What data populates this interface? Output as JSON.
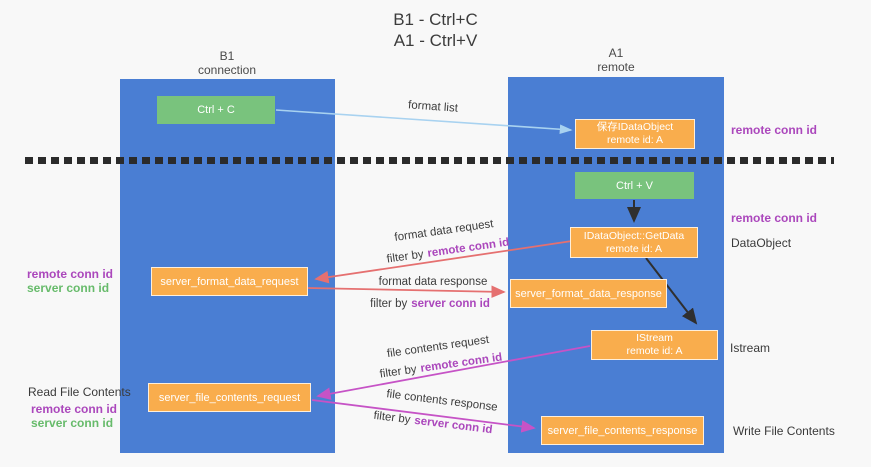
{
  "title": {
    "line1": "B1 - Ctrl+C",
    "line2": "A1 - Ctrl+V"
  },
  "lanes": {
    "left": {
      "name": "B1",
      "role": "connection"
    },
    "right": {
      "name": "A1",
      "role": "remote"
    }
  },
  "nodes": {
    "ctrl_c": {
      "label": "Ctrl + C"
    },
    "save_idataobject": {
      "line1": "保存IDataObject",
      "line2": "remote id: A"
    },
    "ctrl_v": {
      "label": "Ctrl + V"
    },
    "getdata": {
      "line1": "IDataObject::GetData",
      "line2": "remote id: A"
    },
    "server_format_data_request": {
      "label": "server_format_data_request"
    },
    "server_format_data_response": {
      "label": "server_format_data_response"
    },
    "istream": {
      "line1": "IStream",
      "line2": "remote id: A"
    },
    "server_file_contents_request": {
      "label": "server_file_contents_request"
    },
    "server_file_contents_response": {
      "label": "server_file_contents_response"
    }
  },
  "arrow_labels": {
    "format_list": "format list",
    "format_data_request": "format data request",
    "format_data_response": "format data response",
    "file_contents_request": "file contents request",
    "file_contents_response": "file contents response",
    "filter_by": "filter by",
    "remote_conn_id": "remote conn id",
    "server_conn_id": "server conn id"
  },
  "side_labels": {
    "dataobject": "DataObject",
    "istream": "Istream",
    "read_file_contents": "Read File Contents",
    "write_file_contents": "Write File Contents"
  },
  "colors": {
    "lane_blue": "#4a7ed3",
    "node_green": "#79c37d",
    "node_orange": "#f9ad4d",
    "purple": "#ab47bc",
    "green_text": "#67bb6b",
    "arrow_red": "#e57070",
    "arrow_magenta": "#c653c6",
    "arrow_blue": "#a8d2f0",
    "arrow_black": "#2f2f2f"
  }
}
